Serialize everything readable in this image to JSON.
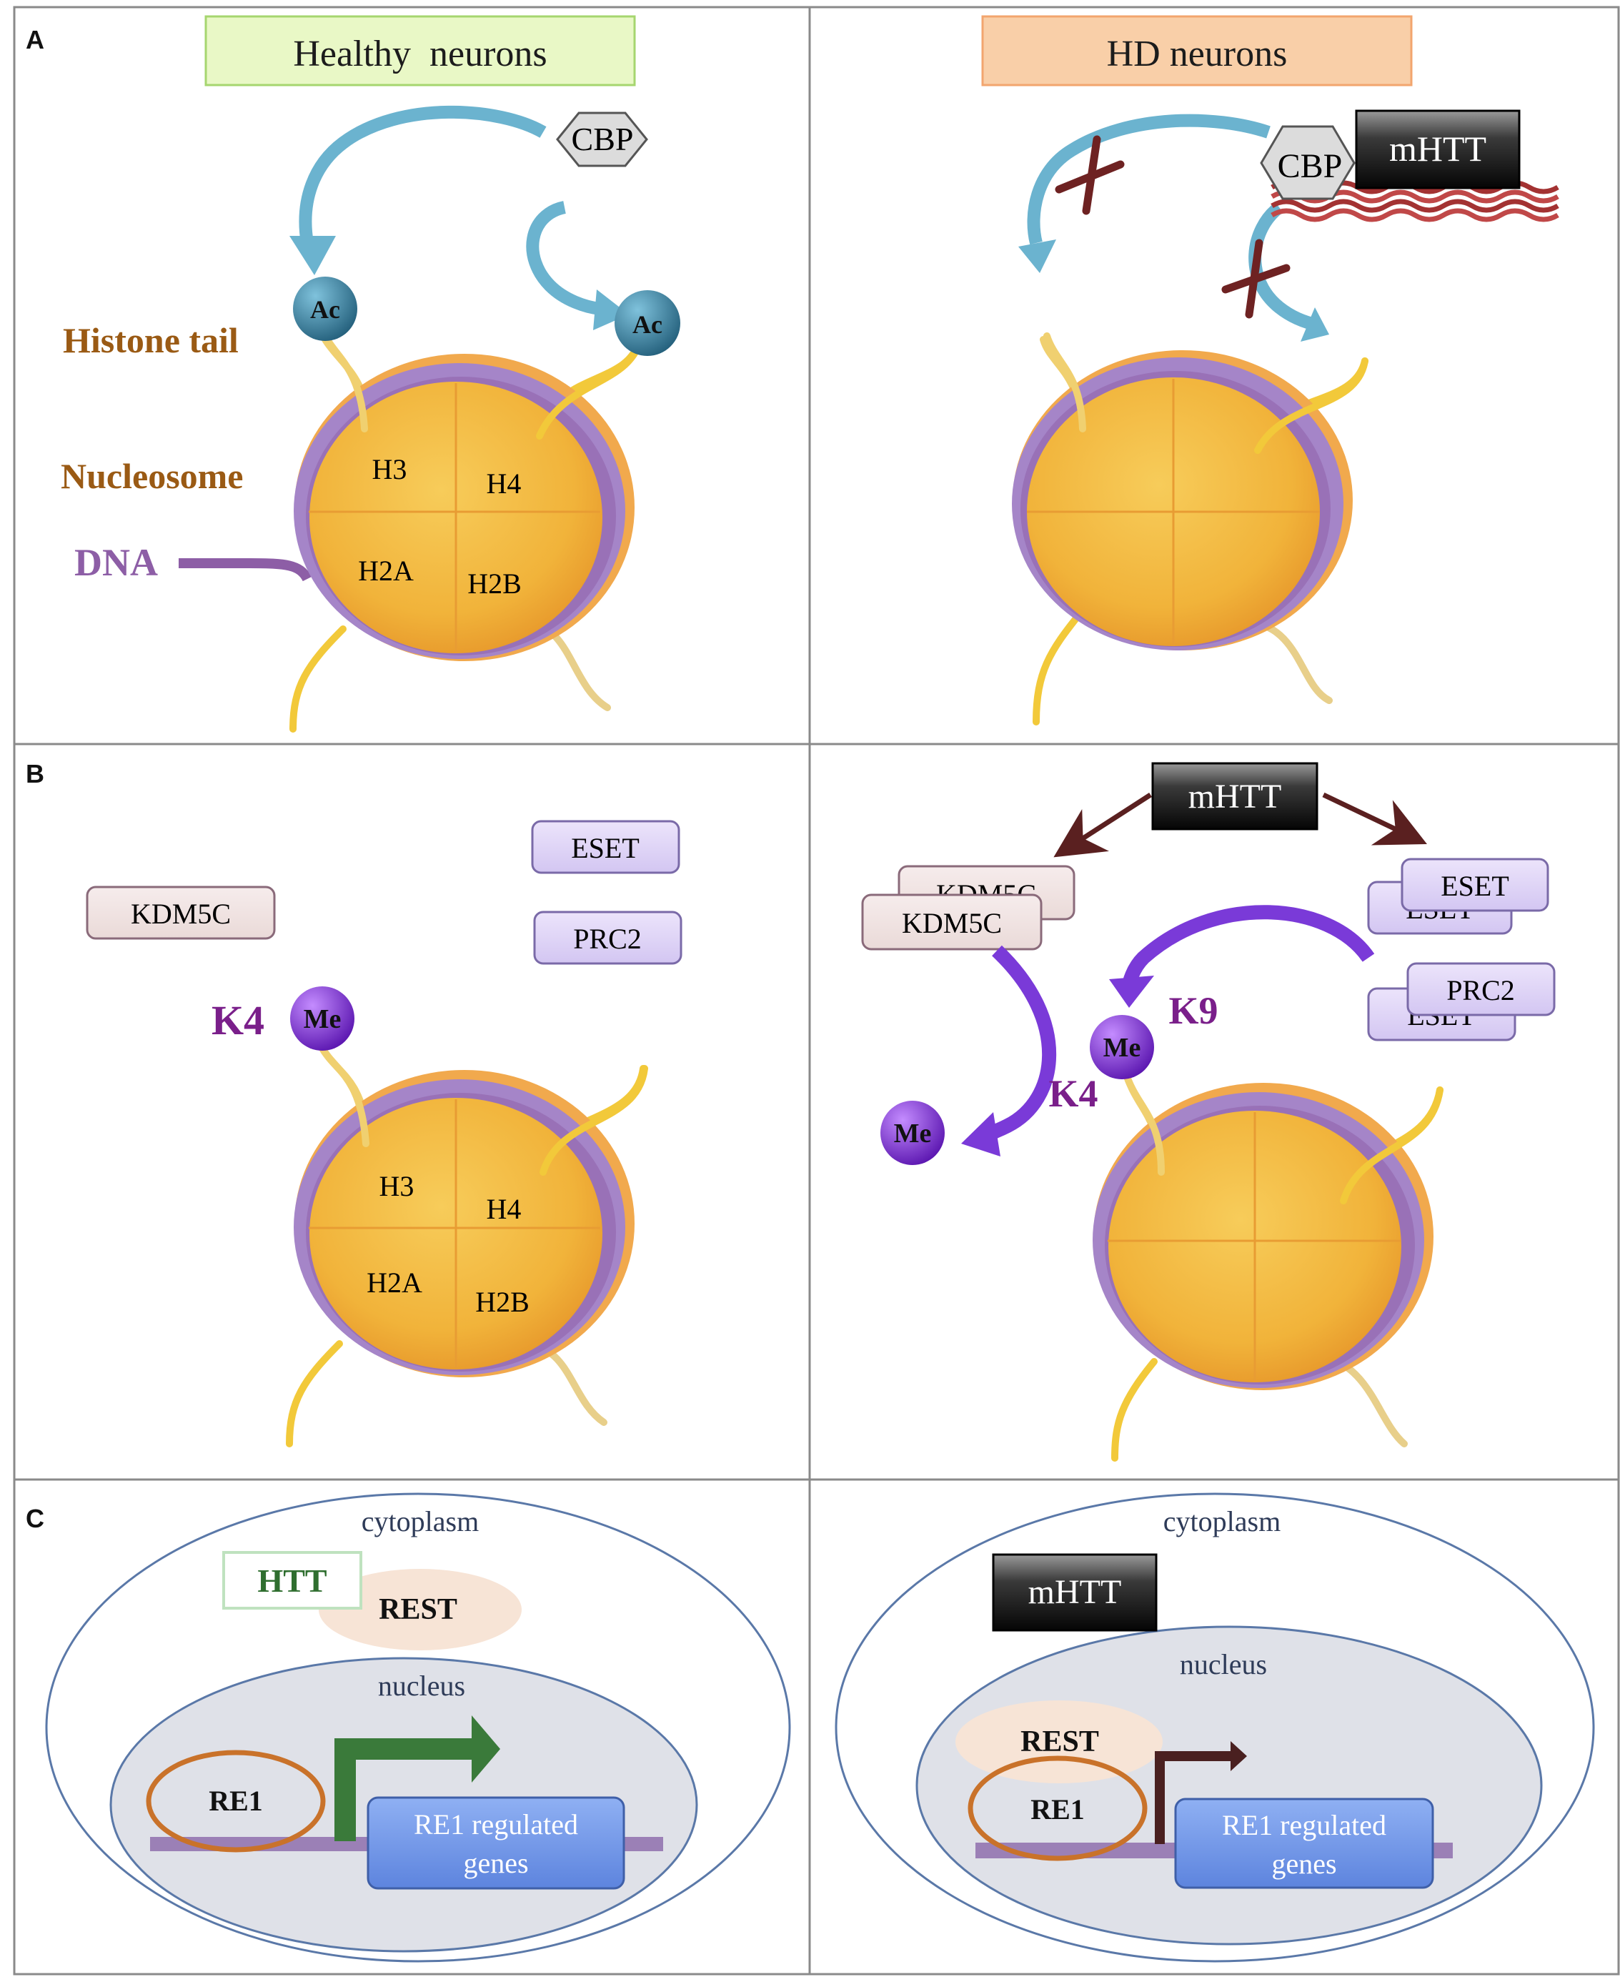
{
  "panels": {
    "a": "A",
    "b": "B",
    "c": "C"
  },
  "headers": {
    "healthy": "Healthy  neurons",
    "hd": "HD neurons"
  },
  "proteins": {
    "cbp": "CBP",
    "mhtt": "mHTT",
    "htt": "HTT",
    "rest": "REST",
    "kdm5c": "KDM5C",
    "eset": "ESET",
    "prc2": "PRC2"
  },
  "marks": {
    "ac": "Ac",
    "me": "Me",
    "k4": "K4",
    "k9": "K9"
  },
  "labels": {
    "histone_tail": "Histone tail",
    "nucleosome": "Nucleosome",
    "dna": "DNA",
    "cytoplasm": "cytoplasm",
    "nucleus": "nucleus",
    "re1": "RE1",
    "re1_genes_line1": "RE1 regulated",
    "re1_genes_line2": "genes"
  },
  "histones": {
    "h3": "H3",
    "h4": "H4",
    "h2a": "H2A",
    "h2b": "H2B"
  },
  "colors": {
    "histone_label": "#9a5a14",
    "dna_label": "#8d5ea6",
    "methyl_label": "#7a1f8a",
    "healthy_box": "#e9f8c6",
    "hd_box": "#f9cfa8",
    "ac_ball": "#2f7a9a",
    "me_ball": "#8a3ce0",
    "cbp_arrow": "#6bb3cf",
    "dark_arrow": "#5a2020",
    "htt_green": "#2f6e2f"
  }
}
